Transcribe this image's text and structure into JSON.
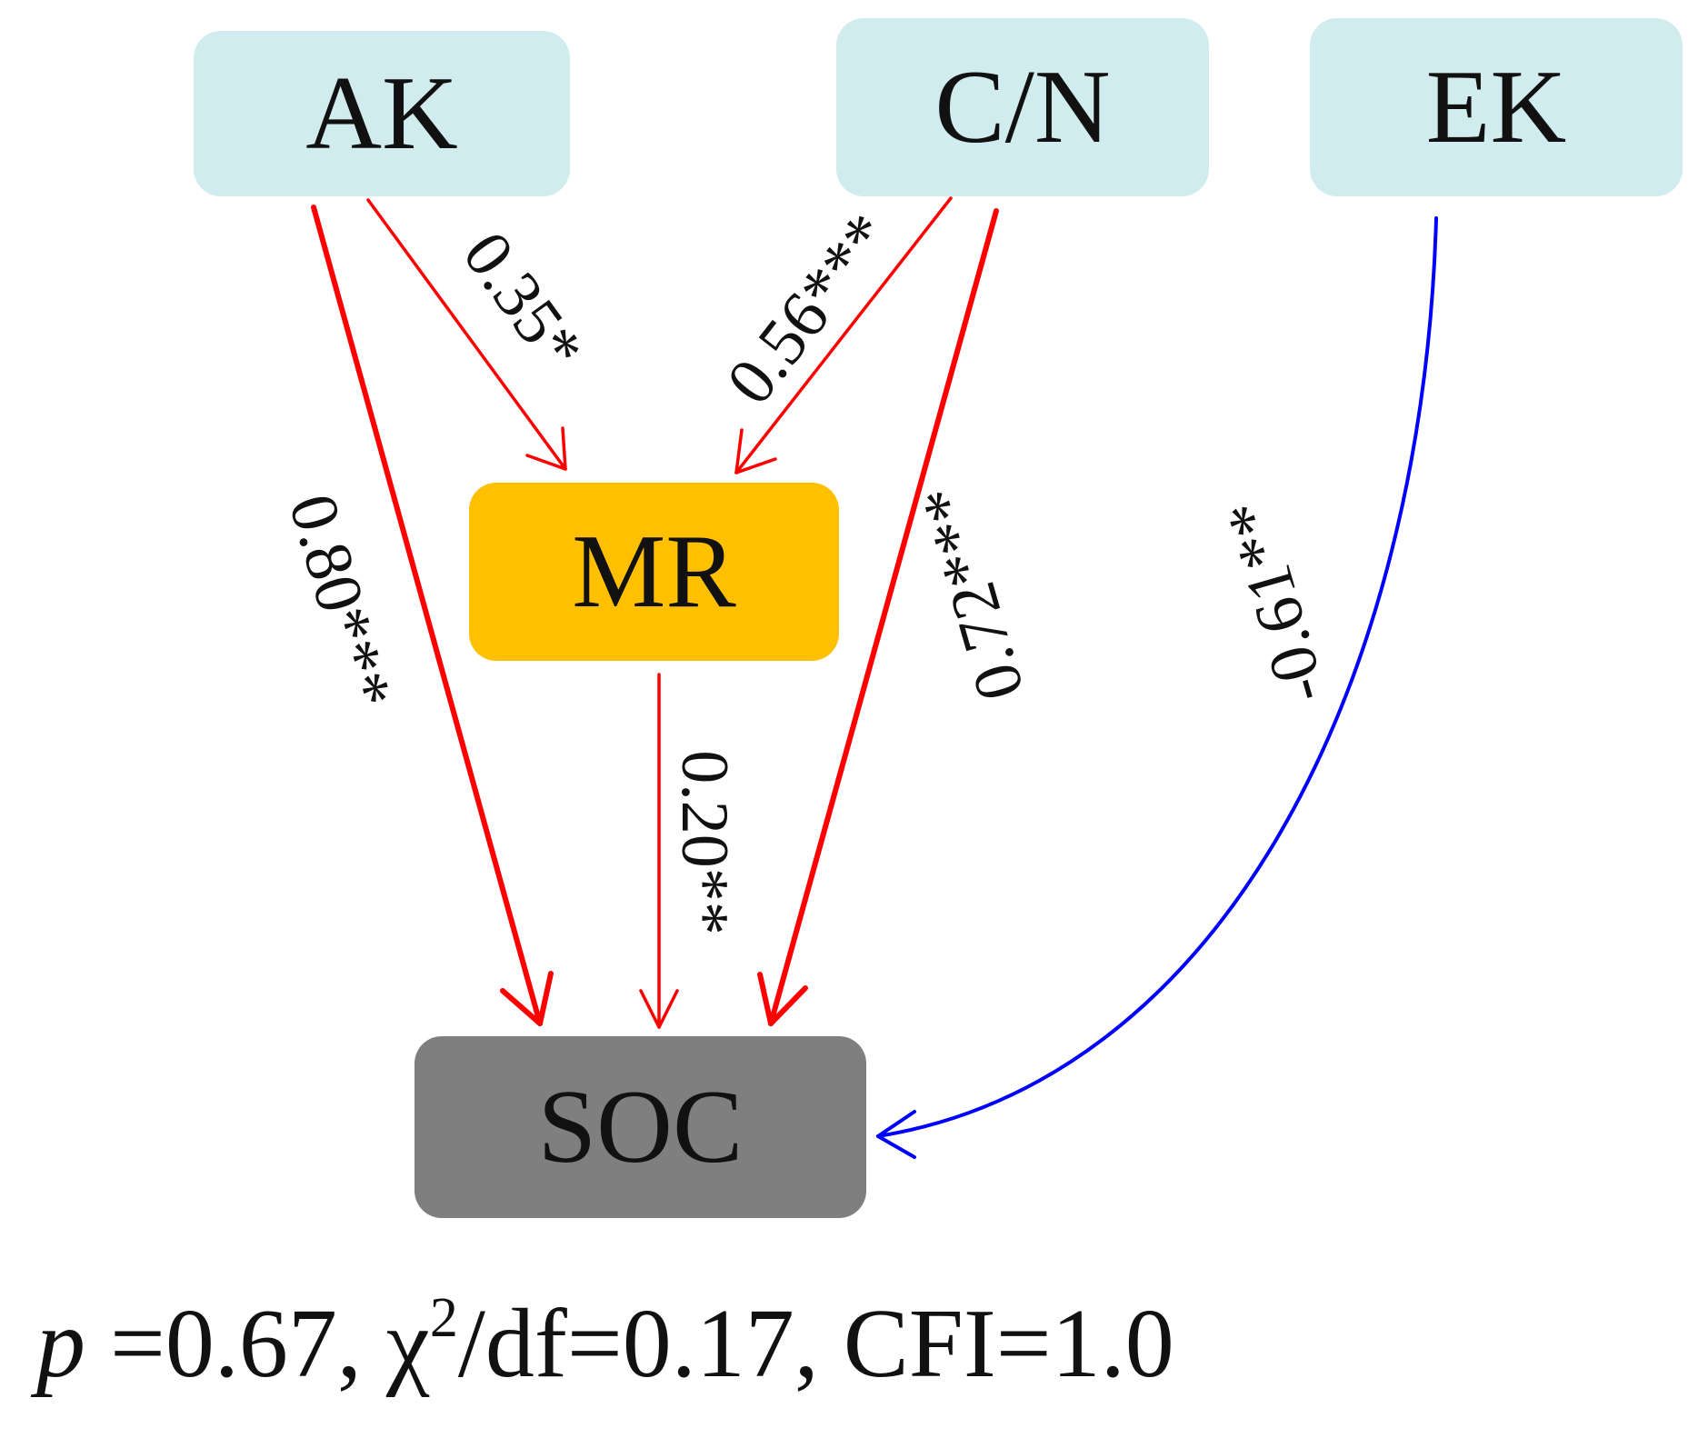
{
  "nodes": {
    "ak": "AK",
    "cn": "C/N",
    "ek": "EK",
    "mr": "MR",
    "soc": "SOC"
  },
  "edges": {
    "ak_mr": "0.35*",
    "cn_mr": "0.56***",
    "ak_soc": "0.80***",
    "mr_soc": "0.20**",
    "cn_soc": "0.72***",
    "ek_soc": "-0.61**"
  },
  "fit": {
    "p_symbol": "p",
    "p_value": " =0.67, ",
    "chi_symbol": "χ",
    "chi_exponent": "2",
    "rest": "/df=0.17, CFI=1.0"
  },
  "colors": {
    "positive_path": "#ff0000",
    "negative_path": "#0000ff",
    "predictor_box": "#d1ecee",
    "mediator_box": "#fec001",
    "outcome_box": "#7f7f7f"
  }
}
